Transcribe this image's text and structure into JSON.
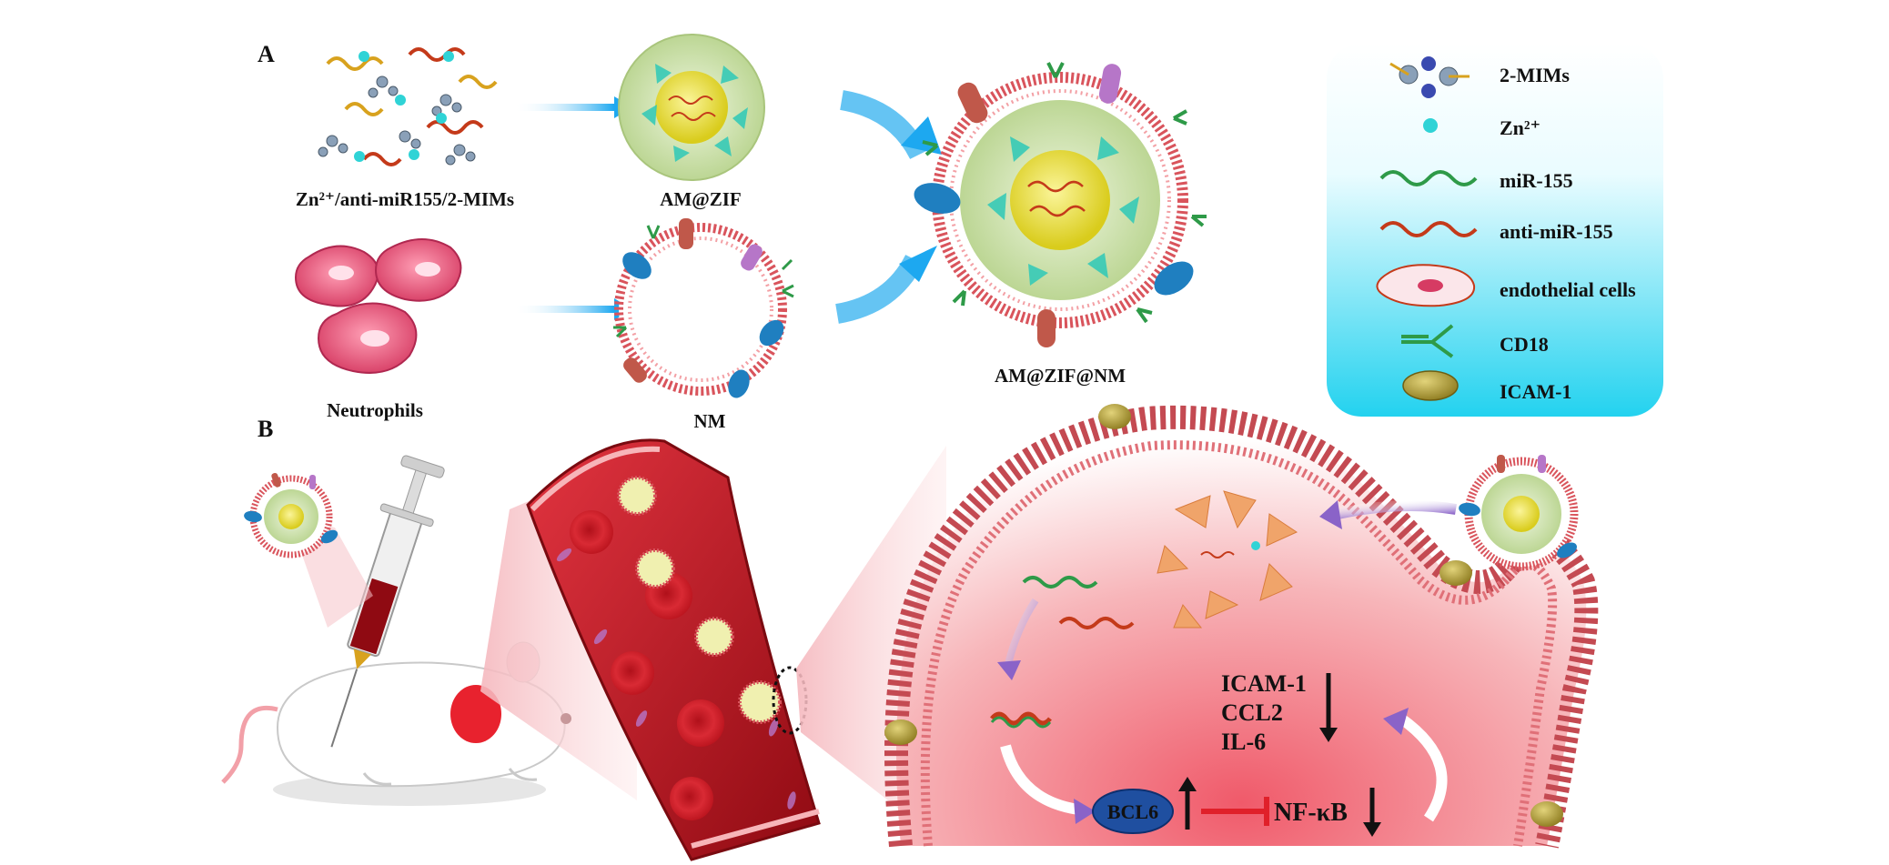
{
  "panel_labels": {
    "a": "A",
    "b": "B"
  },
  "panel_a": {
    "mix_label": "Zn²⁺/anti-miR155/2-MIMs",
    "zif_label": "AM@ZIF",
    "cells_label": "Neutrophils",
    "nm_label": "NM",
    "final_label": "AM@ZIF@NM"
  },
  "legend": {
    "items": [
      {
        "label": "2-MIMs",
        "icon": "2-mim-molecule-icon"
      },
      {
        "label": "Zn²⁺",
        "icon": "zinc-ion-icon"
      },
      {
        "label": "miR-155",
        "icon": "mir155-strand-icon"
      },
      {
        "label": "anti-miR-155",
        "icon": "anti-mir155-strand-icon"
      },
      {
        "label": "endothelial cells",
        "icon": "endothelial-cell-icon"
      },
      {
        "label": "CD18",
        "icon": "cd18-receptor-icon"
      },
      {
        "label": "ICAM-1",
        "icon": "icam1-protein-icon"
      }
    ]
  },
  "panel_b": {
    "genes_down": [
      "ICAM-1",
      "CCL2",
      "IL-6"
    ],
    "bcl6": "BCL6",
    "nfkb": "NF-κB"
  },
  "colors": {
    "arrow_blue": "#3fb5f0",
    "membrane_red": "#d9545c",
    "cell_pink": "#e84a6e",
    "legend_cyan": "#2fd3ef",
    "vessel_red": "#c0121e",
    "zif_green": "#c9dfa6",
    "core_yellow": "#e9df3a",
    "inhibit_red": "#e0202a",
    "bcl6_blue": "#1f4fa0"
  }
}
